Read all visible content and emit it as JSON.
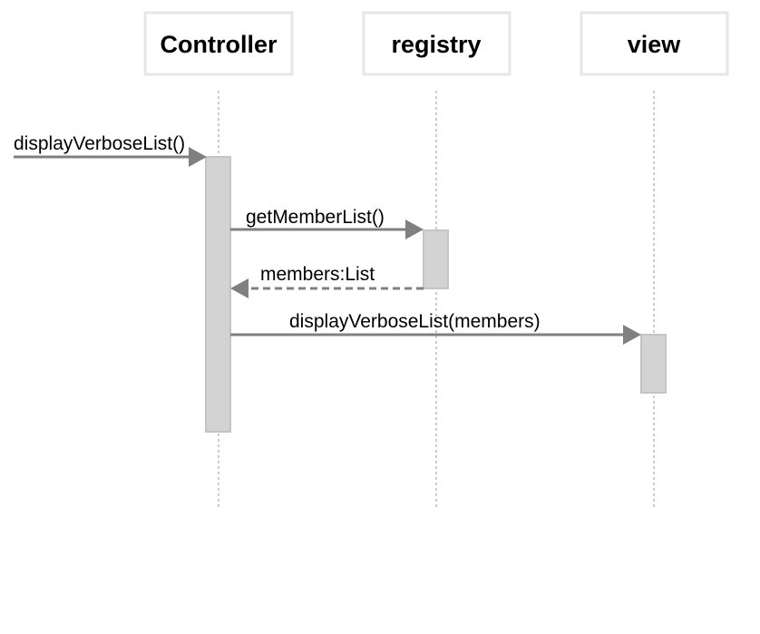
{
  "diagram": {
    "participants": [
      {
        "id": "controller",
        "label": "Controller"
      },
      {
        "id": "registry",
        "label": "registry"
      },
      {
        "id": "view",
        "label": "view"
      }
    ],
    "messages": [
      {
        "label": "displayVerboseList()",
        "from": "external",
        "to": "controller",
        "style": "solid"
      },
      {
        "label": "getMemberList()",
        "from": "controller",
        "to": "registry",
        "style": "solid"
      },
      {
        "label": "members:List",
        "from": "registry",
        "to": "controller",
        "style": "dashed"
      },
      {
        "label": "displayVerboseList(members)",
        "from": "controller",
        "to": "view",
        "style": "solid"
      }
    ]
  }
}
